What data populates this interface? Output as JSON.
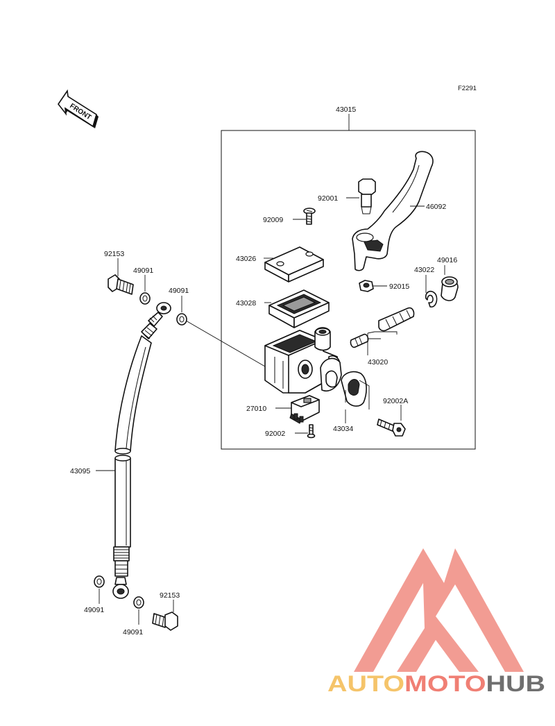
{
  "diagram": {
    "figure_code": "F2291",
    "front_label": "FRONT",
    "assembly_label": "43015",
    "labels": {
      "p92001": "92001",
      "p46092": "46092",
      "p92009": "92009",
      "p43026": "43026",
      "p43028": "43028",
      "p49016": "49016",
      "p43022": "43022",
      "p92015": "92015",
      "p43020": "43020",
      "p92002A": "92002A",
      "p27010": "27010",
      "p92002": "92002",
      "p43034": "43034",
      "p92153_top": "92153",
      "p49091_top_left": "49091",
      "p49091_top_right": "49091",
      "p43095": "43095",
      "p49091_bottom_left": "49091",
      "p92153_bottom": "92153",
      "p49091_bottom_right": "49091"
    }
  },
  "watermark": {
    "part1": "AUTO",
    "part2": "MOTO",
    "part3": "HUB",
    "colors": {
      "logo": "#f08e84",
      "auto": "#f5c46a",
      "hub": "#6f6f6f"
    }
  }
}
